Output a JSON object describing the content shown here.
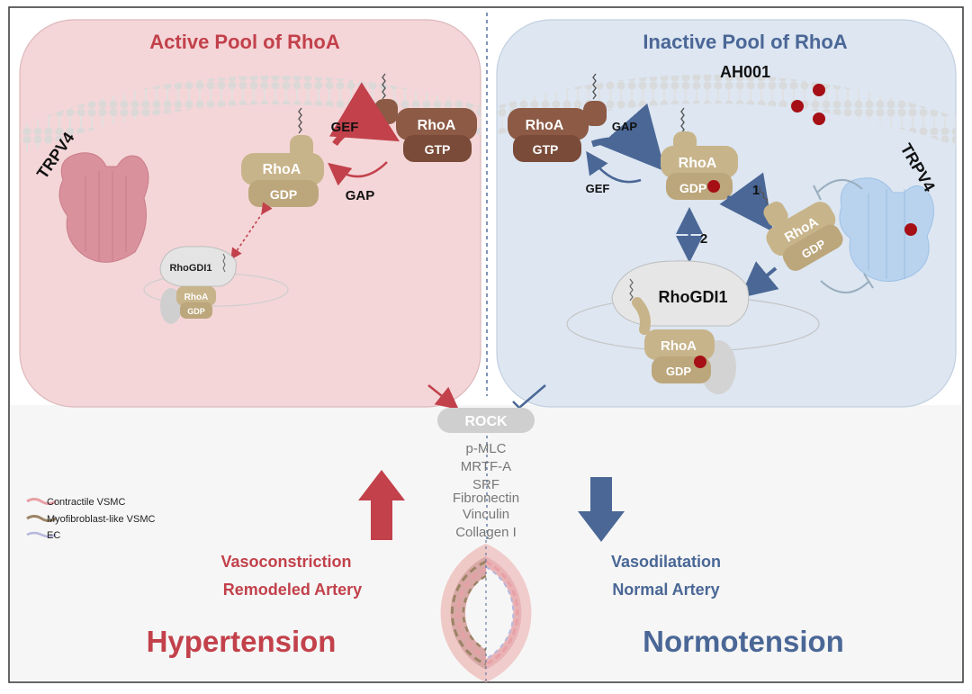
{
  "panels": {
    "active": {
      "title": "Active Pool of RhoA",
      "channel": "TRPV4",
      "rhoa_gdp": [
        "RhoA",
        "GDP"
      ],
      "rhoa_gtp": [
        "RhoA",
        "GTP"
      ],
      "gef": "GEF",
      "gap": "GAP",
      "rhogdi": "RhoGDI1",
      "rhoa_gdi": [
        "RhoA",
        "GDP"
      ]
    },
    "inactive": {
      "title": "Inactive Pool of RhoA",
      "drug": "AH001",
      "channel": "TRPV4",
      "rhoa_gtp": [
        "RhoA",
        "GTP"
      ],
      "gap": "GAP",
      "gef": "GEF",
      "rhoa_gdp": [
        "RhoA",
        "GDP"
      ],
      "step1": "1",
      "step2": "2",
      "rhoa_trpv4": [
        "RhoA",
        "GDP"
      ],
      "rhogdi": "RhoGDI1",
      "rhoa_gdi": [
        "RhoA",
        "GDP"
      ]
    }
  },
  "center": {
    "rock": "ROCK",
    "targets": [
      "p-MLC",
      "MRTF-A",
      "SRF",
      "Fibronectin",
      "Vinculin",
      "Collagen I"
    ]
  },
  "legend": {
    "items": [
      {
        "label": "Contractile VSMC",
        "color": "#e8a0a6"
      },
      {
        "label": "Myofibroblast-like VSMC",
        "color": "#9b8466"
      },
      {
        "label": "EC",
        "color": "#b6b8dc"
      }
    ]
  },
  "outcomes": {
    "left": {
      "line1": "Vasoconstriction",
      "line2": "Remodeled Artery",
      "title": "Hypertension"
    },
    "right": {
      "line1": "Vasodilatation",
      "line2": "Normal Artery",
      "title": "Normotension"
    }
  },
  "colors": {
    "red": "#c2414b",
    "blue": "#4a6796",
    "pink_panel": "#f4d6d8",
    "blue_panel": "#dde6f1",
    "rhoa_gdp": "#c8b48a",
    "rhoa_gtp": "#8c5a45"
  }
}
